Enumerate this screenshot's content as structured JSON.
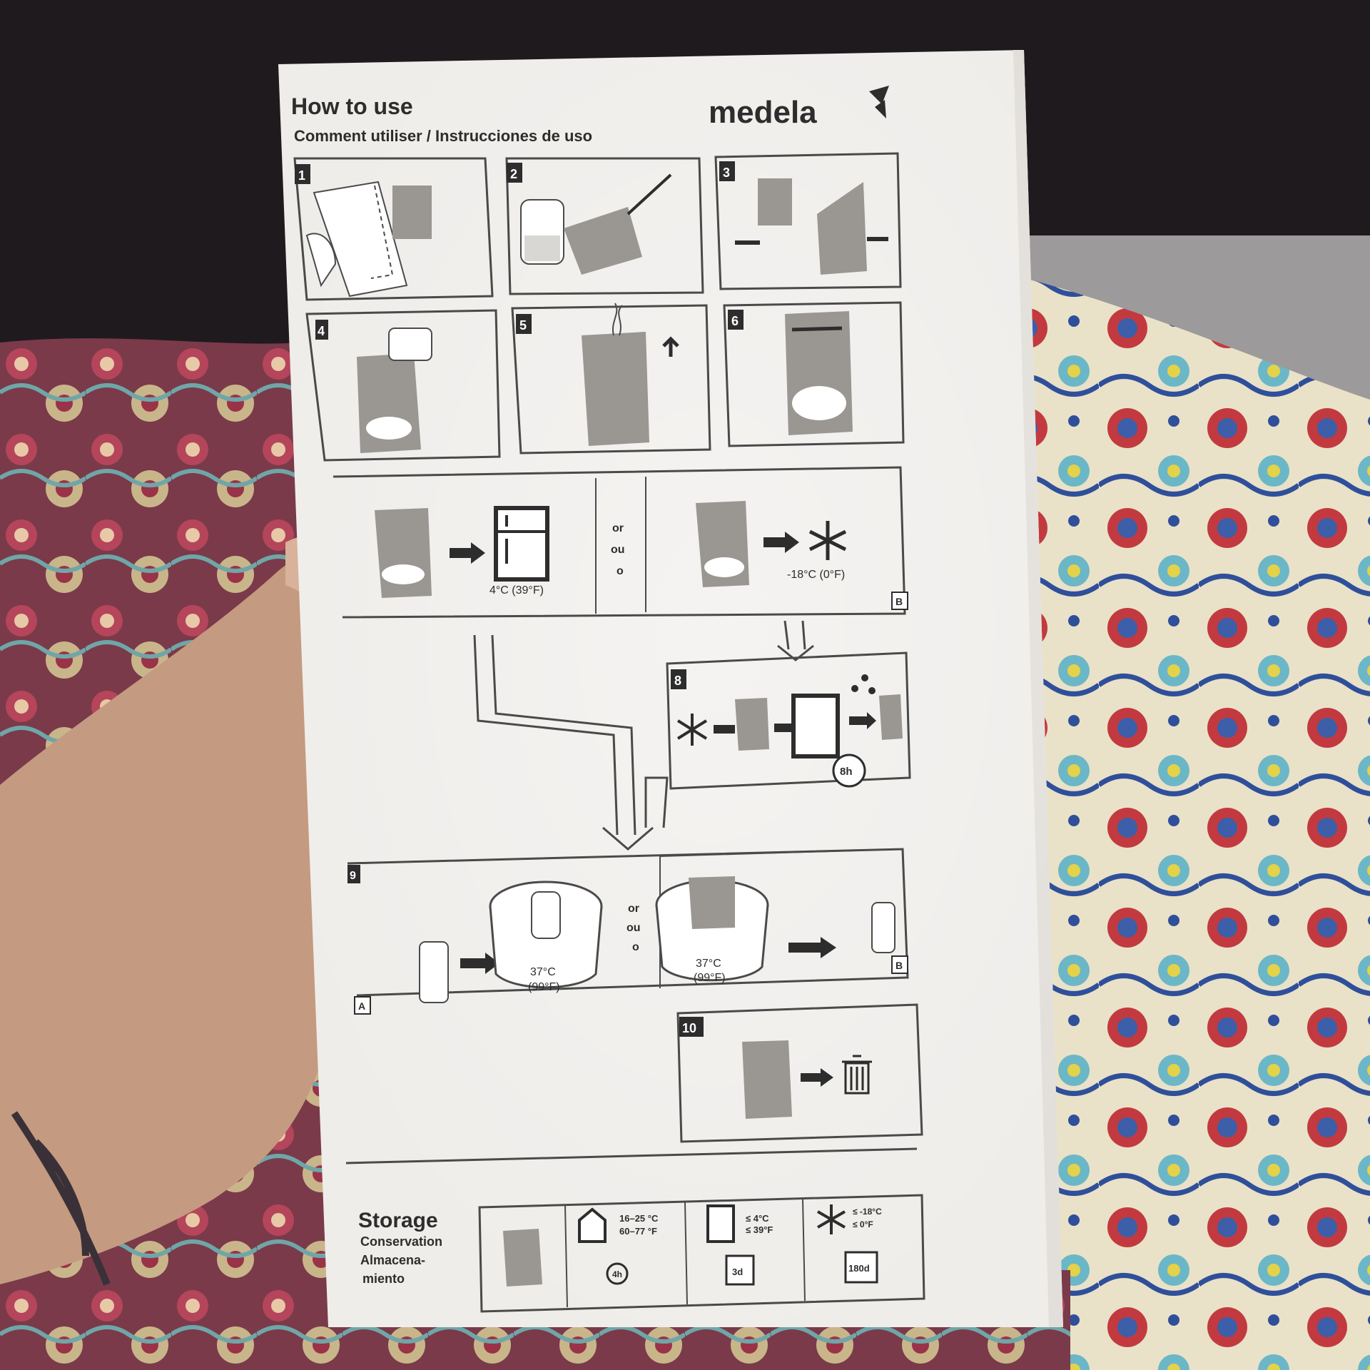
{
  "package": {
    "title": "How to use",
    "subtitle": "Comment utiliser / Instrucciones de uso",
    "brand": "medela",
    "colors": {
      "bag": "#efedea",
      "ink": "#2d2d2d",
      "pouch": "#9a9692",
      "accent_text": "#ffffff"
    }
  },
  "steps": [
    {
      "number": "1"
    },
    {
      "number": "2"
    },
    {
      "number": "3"
    },
    {
      "number": "4"
    },
    {
      "number": "5"
    },
    {
      "number": "6"
    }
  ],
  "step7": {
    "fridge_temp": "4°C (39°F)",
    "or_words": [
      "or",
      "ou",
      "o"
    ],
    "freezer_temp": "-18°C (0°F)",
    "option_b": "B"
  },
  "step8": {
    "number": "8",
    "thaw_time": "8h"
  },
  "step9": {
    "number": "9",
    "option_a": "A",
    "temp_c": "37°C",
    "temp_f": "(99°F)",
    "or_words": [
      "or",
      "ou",
      "o"
    ],
    "temp_c_b": "37°C",
    "temp_f_b": "(99°F)",
    "option_b": "B"
  },
  "step10": {
    "number": "10"
  },
  "storage": {
    "title": "Storage",
    "subtitle_fr": "Conservation",
    "subtitle_es_1": "Almacena-",
    "subtitle_es_2": "miento",
    "room_temp_c": "16–25 °C",
    "room_temp_f": "60–77 °F",
    "room_time": "4h",
    "fridge_c": "≤ 4°C",
    "fridge_f": "≤ 39°F",
    "fridge_time": "3d",
    "freezer_c": "≤ -18°C",
    "freezer_f": "≤ 0°F",
    "freezer_time": "180d"
  },
  "icons": [
    "fridge-icon",
    "snowflake-icon",
    "arrow-right-icon",
    "pot-icon",
    "bottle-icon",
    "trash-icon",
    "house-thermometer-icon",
    "calendar-icon",
    "clock-icon",
    "water-drop-icon"
  ]
}
